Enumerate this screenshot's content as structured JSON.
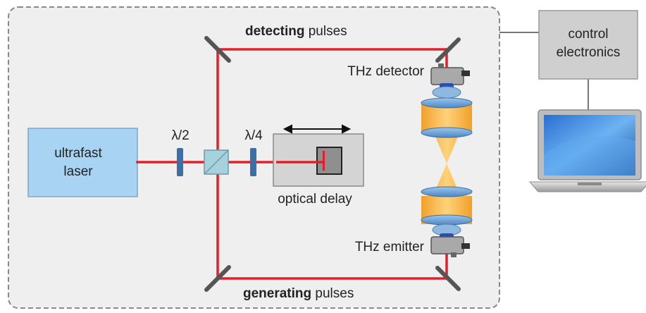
{
  "labels": {
    "laser_line1": "ultrafast",
    "laser_line2": "laser",
    "half_wave": "λ/2",
    "quarter_wave": "λ/4",
    "optical_delay": "optical delay",
    "detecting_bold": "detecting",
    "detecting_rest": " pulses",
    "generating_bold": "generating",
    "generating_rest": " pulses",
    "thz_detector": "THz detector",
    "thz_emitter": "THz emitter",
    "control_line1": "control",
    "control_line2": "electronics"
  },
  "colors": {
    "beam": "#e0202a",
    "enclosure_fill": "#efefef",
    "enclosure_border": "#8a8a8a",
    "laser_fill": "#a9d3f2",
    "laser_border": "#7aa8cc",
    "waveplate": "#3a6fa8",
    "splitter": "#a6d2de",
    "control_fill": "#cfcfcf",
    "thz_beam": "#f5a623",
    "lens": "#6fa8dc",
    "mirror": "#555555"
  },
  "icons": {
    "laptop": "laptop-icon"
  }
}
